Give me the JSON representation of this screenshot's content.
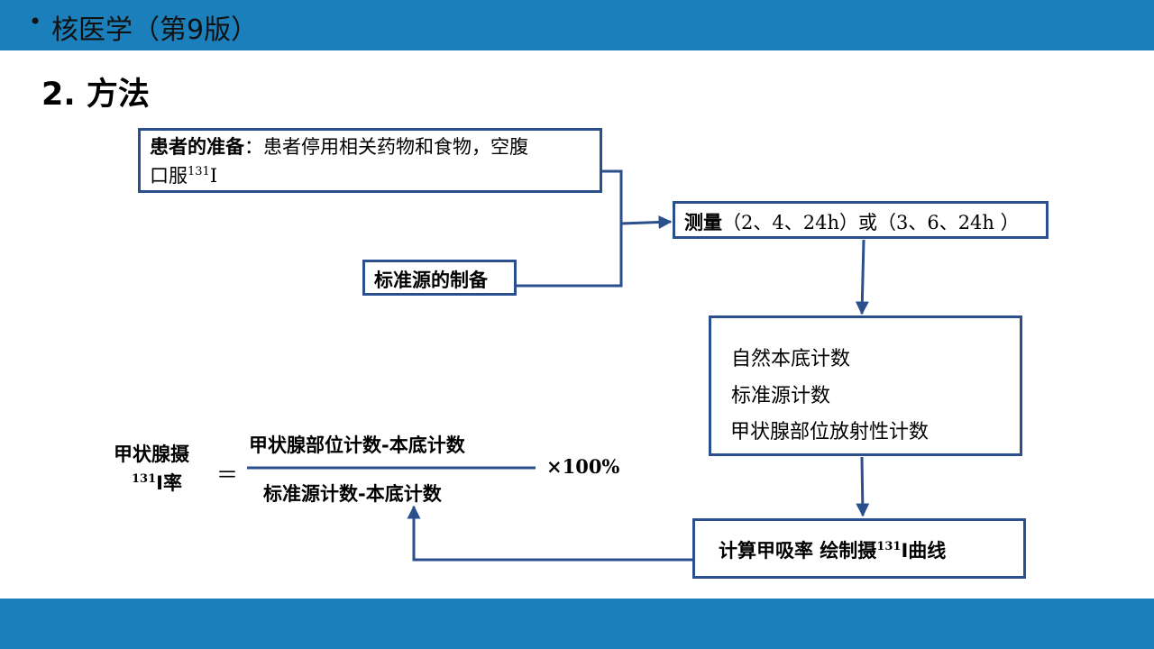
{
  "header": {
    "bullet": "•",
    "title": "核医学（第9版）"
  },
  "section_title": "2. 方法",
  "boxes": {
    "preparation": {
      "label_bold": "患者的准备",
      "colon": "：",
      "text_line1": "患者停用相关药物和食物，空腹",
      "text_line2": "口服",
      "isotope_mass": "131",
      "isotope_symbol": "I"
    },
    "standard": {
      "label": "标准源的制备"
    },
    "measure": {
      "label_bold": "测量",
      "text": "（2、4、24h）或（3、6、24h ）"
    },
    "counts": {
      "items": [
        "自然本底计数",
        "标准源计数",
        "甲状腺部位放射性计数"
      ]
    },
    "calculate": {
      "text_a": "计算甲吸率  绘制摄",
      "isotope_mass": "131",
      "text_b": "I曲线"
    }
  },
  "formula": {
    "lhs_line1": "甲状腺摄",
    "lhs_mass": "131",
    "lhs_line2": "I率",
    "equals": "＝",
    "numerator": "甲状腺部位计数-本底计数",
    "denominator": "标准源计数-本底计数",
    "multiplier": "×100%"
  },
  "colors": {
    "header_bar": "#1a7fba",
    "box_border": "#2b4f8c",
    "arrow": "#2b4f8c"
  }
}
